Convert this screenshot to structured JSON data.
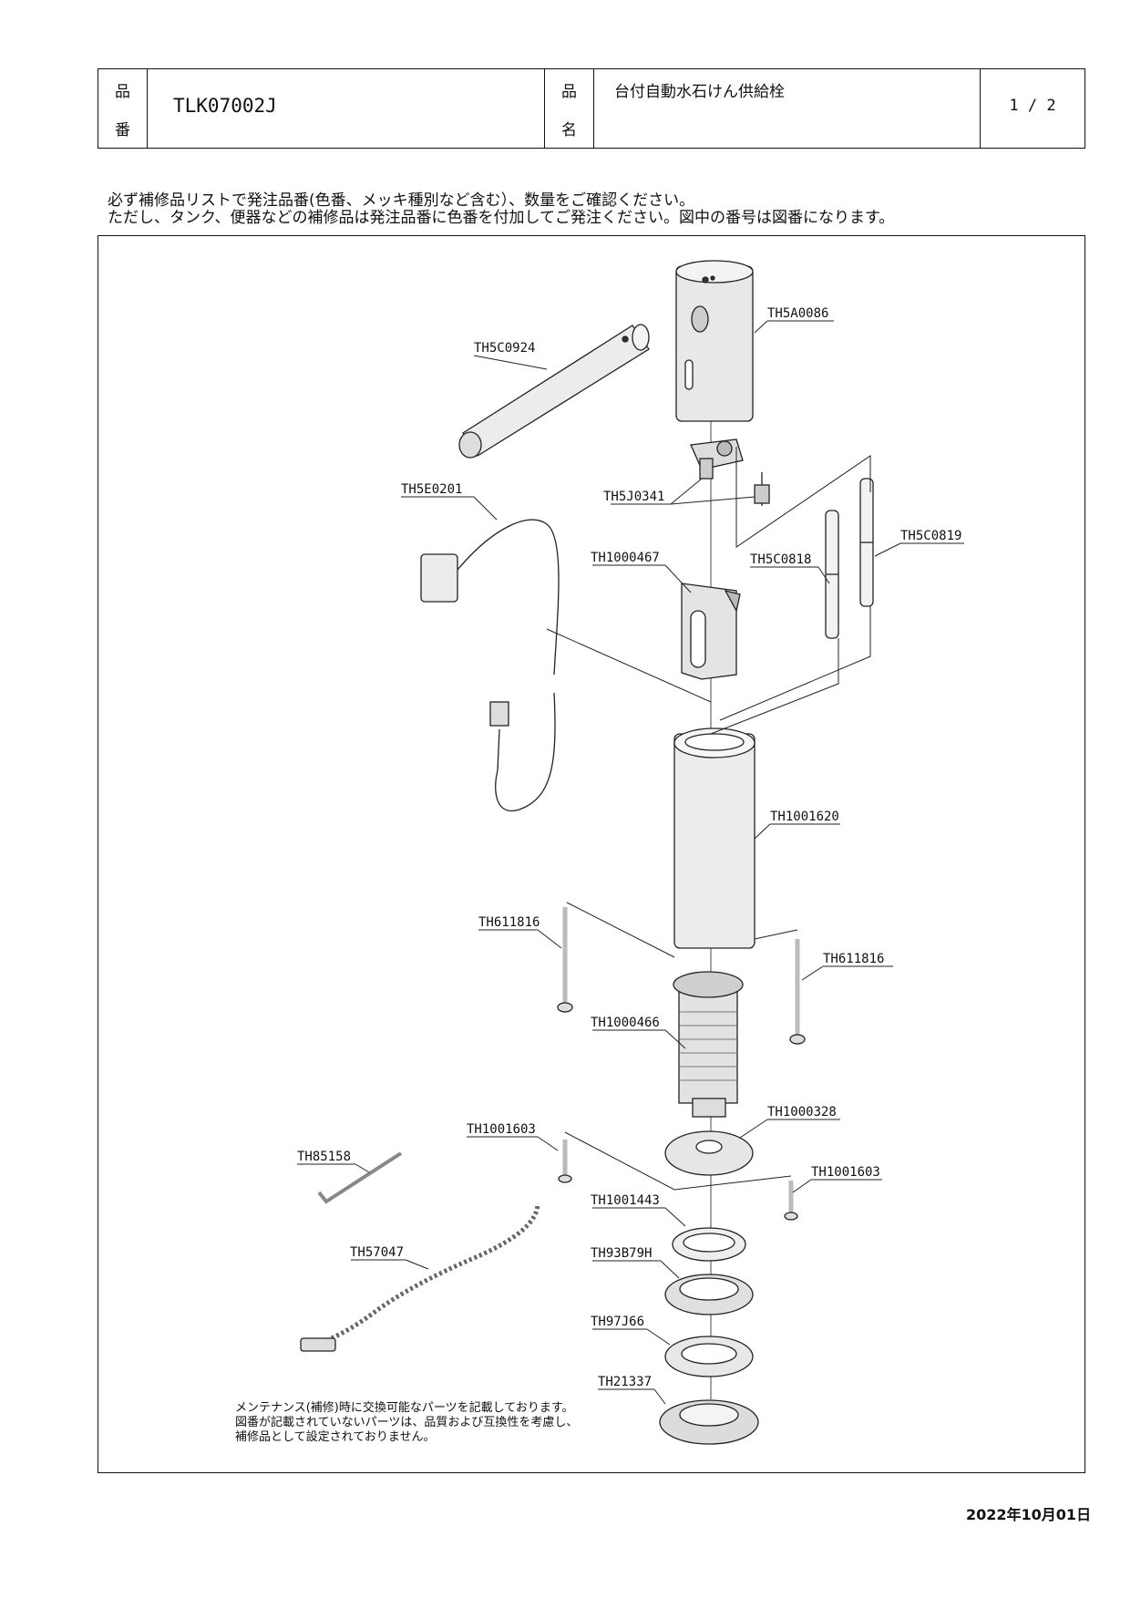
{
  "header": {
    "part_no_label_1": "品",
    "part_no_label_2": "番",
    "part_no": "TLK07002J",
    "name_label_1": "品",
    "name_label_2": "名",
    "name": "台付自動水石けん供給栓",
    "page": "1 / 2"
  },
  "notice": {
    "line1": "必ず補修品リストで発注品番(色番、メッキ種別など含む）、数量をご確認ください。",
    "line2": "ただし、タンク、便器などの補修品は発注品番に色番を付加してご発注ください。図中の番号は図番になります。"
  },
  "parts": {
    "p1": "TH5A0086",
    "p2": "TH5C0924",
    "p3": "TH5E0201",
    "p4": "TH5J0341",
    "p5": "TH1000467",
    "p6": "TH5C0818",
    "p7": "TH5C0819",
    "p8": "TH1001620",
    "p9": "TH611816",
    "p10": "TH611816",
    "p11": "TH1000466",
    "p12": "TH1000328",
    "p13": "TH1001603",
    "p14": "TH1001603",
    "p15": "TH85158",
    "p16": "TH1001443",
    "p17": "TH57047",
    "p18": "TH93B79H",
    "p19": "TH97J66",
    "p20": "TH21337"
  },
  "footnote": {
    "line1": "メンテナンス(補修)時に交換可能なパーツを記載しております。",
    "line2": "図番が記載されていないパーツは、品質および互換性を考慮し、",
    "line3": "補修品として設定されておりません。"
  },
  "date": "2022年10月01日"
}
